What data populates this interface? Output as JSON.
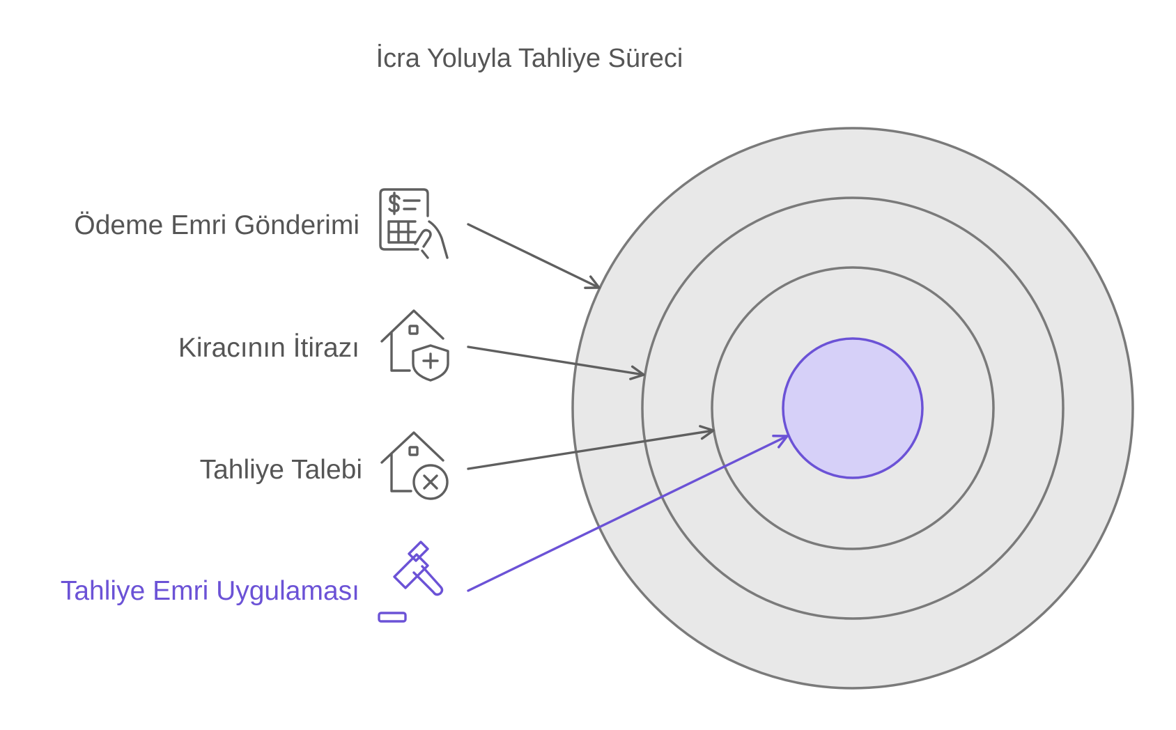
{
  "title": "İcra Yoluyla Tahliye Süreci",
  "colors": {
    "text": "#555555",
    "ring_fill": "#e8e8e8",
    "ring_stroke": "#7a7a7a",
    "arrow": "#5f5f5f",
    "icon": "#5f5f5f",
    "accent": "#6b52d6",
    "center_fill": "#d6d0f8",
    "background": "#ffffff"
  },
  "steps": [
    {
      "label": "Ödeme Emri Gönderimi",
      "icon": "invoice-hand-icon",
      "highlight": false
    },
    {
      "label": "Kiracının İtirazı",
      "icon": "house-shield-plus-icon",
      "highlight": false
    },
    {
      "label": "Tahliye Talebi",
      "icon": "house-x-icon",
      "highlight": false
    },
    {
      "label": "Tahliye Emri Uygulaması",
      "icon": "gavel-icon",
      "highlight": true
    }
  ]
}
